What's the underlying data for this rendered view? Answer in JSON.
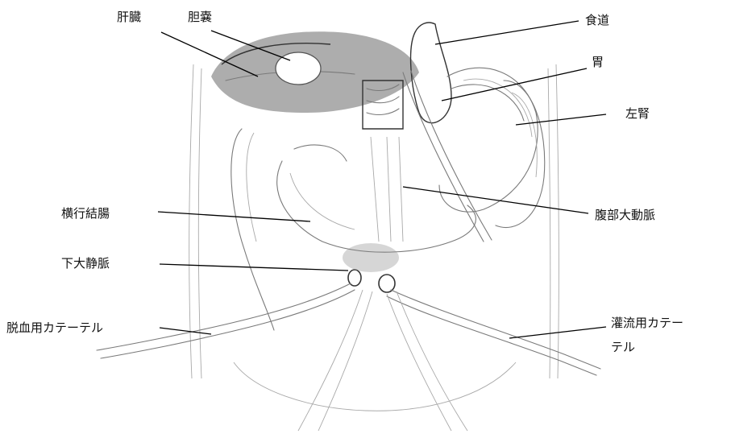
{
  "labels": {
    "liver": "肝臓",
    "gallbladder": "胆嚢",
    "esophagus": "食道",
    "stomach": "胃",
    "left_kidney": "左腎",
    "transverse_colon": "横行結腸",
    "abdominal_aorta": "腹部大動脈",
    "ivc": "下大静脈",
    "drain_catheter": "脱血用カテーテル",
    "perfusion_catheter_line1": "灌流用カテー",
    "perfusion_catheter_line2": "テル"
  },
  "colors": {
    "pencil": "#7a7a7a",
    "shading": "#555555",
    "leader": "#000000"
  }
}
